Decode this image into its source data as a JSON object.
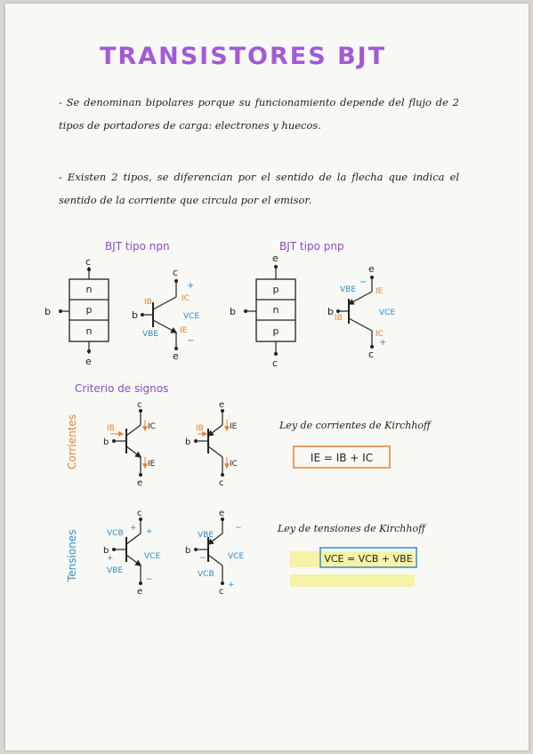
{
  "title": "TRANSISTORES BJT",
  "paragraphs": {
    "p1": "- Se denominan bipolares porque su funcionamiento depende del flujo de 2 tipos de portadores de carga: electrones y huecos.",
    "p2": "- Existen 2 tipos, se diferencian por el sentido de la flecha que indica el sentido de la corriente que circula por el emisor."
  },
  "subtitles": {
    "npn": "BJT  tipo  npn",
    "pnp": "BJT  tipo  pnp",
    "criterio": "Criterio de signos"
  },
  "side_labels": {
    "corrientes": "Corrientes",
    "tensiones": "Tensiones"
  },
  "kirchhoff": {
    "corrientes_label": "Ley de corrientes de Kirchhoff",
    "corrientes_eq": "IE = IB + IC",
    "tensiones_label": "Ley de tensiones de Kirchhoff",
    "tensiones_eq": "VCE = VCB + VBE"
  },
  "terminals": {
    "c": "c",
    "b": "b",
    "e": "e"
  },
  "layers": {
    "npn": [
      "n",
      "p",
      "n"
    ],
    "pnp": [
      "p",
      "n",
      "p"
    ]
  },
  "quantities": {
    "ib": "IB",
    "ic": "IC",
    "ie": "IE",
    "vce": "VCE",
    "vbe": "VBE",
    "vcb": "VCB"
  },
  "signs": {
    "plus": "+",
    "minus": "−"
  },
  "colors": {
    "title": "#a35ad6",
    "subtitle": "#8a4ec4",
    "orange": "#e8812e",
    "blue": "#2b8fd0",
    "ink": "#222222",
    "highlight": "#f6f2a6",
    "box_orange": "#e8812e",
    "box_blue": "#2b8fd0"
  }
}
